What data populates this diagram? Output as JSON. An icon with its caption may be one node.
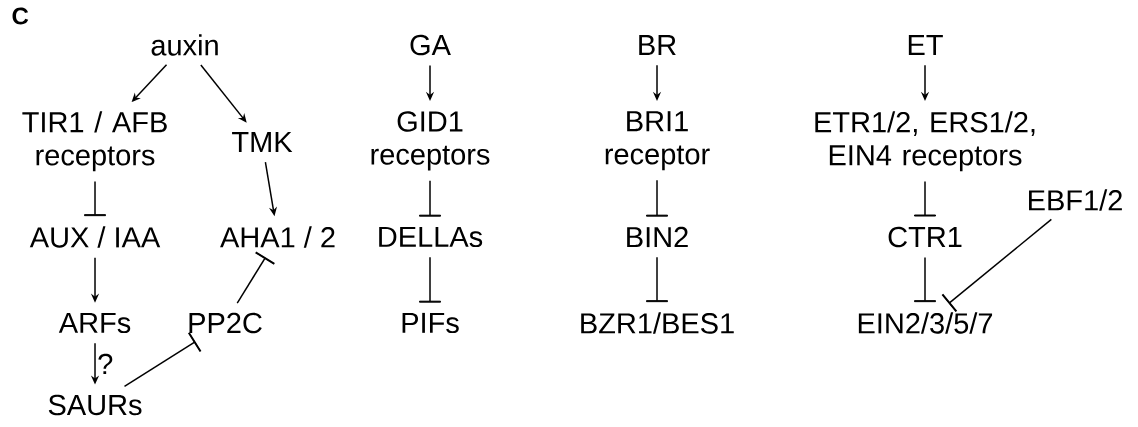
{
  "diagram": {
    "nodes": [
      {
        "text": [
          "auxin"
        ]
      },
      {
        "text": [
          "TIR1 / AFB receptors"
        ]
      },
      {
        "text": [
          "TMK"
        ]
      },
      {
        "text": [
          "AUX / IAA"
        ]
      },
      {
        "text": [
          "AHA1 / 2"
        ]
      },
      {
        "text": [
          "ARFs"
        ]
      },
      {
        "text": [
          "PP2C"
        ]
      },
      {
        "text": [
          "SAURs"
        ]
      },
      {
        "text": [
          "GA"
        ]
      },
      {
        "text": [
          "GID1 receptors"
        ]
      },
      {
        "text": [
          "DELLAs"
        ]
      },
      {
        "text": [
          "PIFs"
        ]
      },
      {
        "text": [
          "BR"
        ]
      },
      {
        "text": [
          "BRI1 receptor"
        ]
      },
      {
        "text": [
          "BIN2"
        ]
      },
      {
        "text": [
          "BZR1/BES1"
        ]
      },
      {
        "text": [
          "ET"
        ]
      },
      {
        "text": [
          "ETR1/2, ERS1/2, EIN4 receptors"
        ]
      },
      {
        "text": [
          "CTR1"
        ]
      },
      {
        "text": [
          "EBF1/2"
        ]
      },
      {
        "text": [
          "EIN2/3/5/7"
        ]
      }
    ],
    "edges": [
      {
        "from": 0,
        "to": 1,
        "arrow": "to"
      },
      {
        "from": 0,
        "to": 2,
        "arrow": "to"
      },
      {
        "from": 1,
        "to": 3,
        "arrow": "other"
      },
      {
        "from": 3,
        "to": 5,
        "arrow": "to"
      },
      {
        "from": 5,
        "to": 7,
        "arrow": "to",
        "label": "?"
      },
      {
        "from": 7,
        "to": 6,
        "arrow": "other"
      },
      {
        "from": 2,
        "to": 4,
        "arrow": "to"
      },
      {
        "from": 6,
        "to": 4,
        "arrow": "other"
      },
      {
        "from": 8,
        "to": 9,
        "arrow": "to"
      },
      {
        "from": 9,
        "to": 10,
        "arrow": "other"
      },
      {
        "from": 10,
        "to": 11,
        "arrow": "other"
      },
      {
        "from": 12,
        "to": 13,
        "arrow": "to"
      },
      {
        "from": 13,
        "to": 14,
        "arrow": "other"
      },
      {
        "from": 14,
        "to": 15,
        "arrow": "other"
      },
      {
        "from": 16,
        "to": 17,
        "arrow": "to"
      },
      {
        "from": 17,
        "to": 18,
        "arrow": "other"
      },
      {
        "from": 18,
        "to": 20,
        "arrow": "other"
      },
      {
        "from": 19,
        "to": 20,
        "arrow": "other"
      }
    ],
    "labels": [
      "C"
    ]
  }
}
